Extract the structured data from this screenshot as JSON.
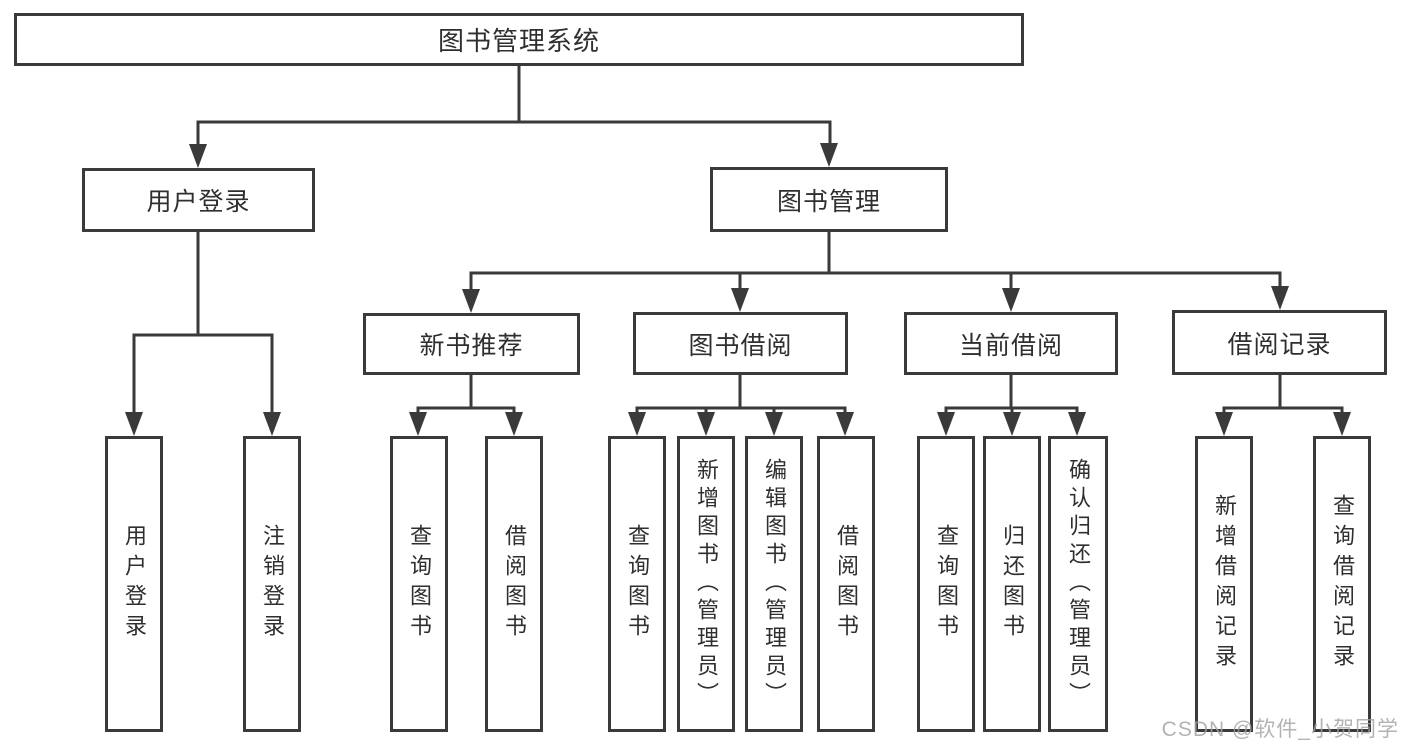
{
  "tree": {
    "label": "图书管理系统",
    "children": [
      {
        "label": "用户登录",
        "children": [
          {
            "label": "用户登录"
          },
          {
            "label": "注销登录"
          }
        ]
      },
      {
        "label": "图书管理",
        "children": [
          {
            "label": "新书推荐",
            "children": [
              {
                "label": "查询图书"
              },
              {
                "label": "借阅图书"
              }
            ]
          },
          {
            "label": "图书借阅",
            "children": [
              {
                "label": "查询图书"
              },
              {
                "label": "新增图书（管理员）"
              },
              {
                "label": "编辑图书（管理员）"
              },
              {
                "label": "借阅图书"
              }
            ]
          },
          {
            "label": "当前借阅",
            "children": [
              {
                "label": "查询图书"
              },
              {
                "label": "归还图书"
              },
              {
                "label": "确认归还（管理员）"
              }
            ]
          },
          {
            "label": "借阅记录",
            "children": [
              {
                "label": "新增借阅记录"
              },
              {
                "label": "查询借阅记录"
              }
            ]
          }
        ]
      }
    ]
  },
  "watermark": {
    "text": "CSDN @软件_小贺同学"
  },
  "colors": {
    "line": "#3a3a3a",
    "text": "#2f2f2f",
    "box_background": "#ffffff",
    "page_background": "#ffffff",
    "watermark": "#a2a2a2"
  }
}
